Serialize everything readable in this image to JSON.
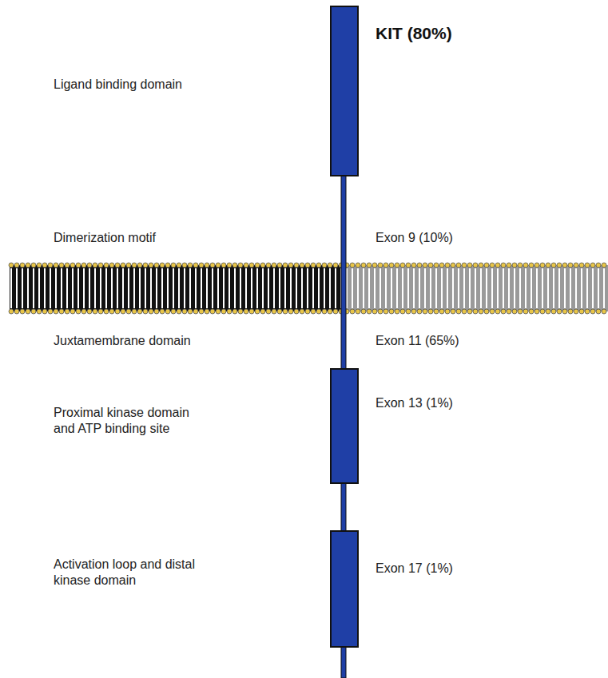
{
  "diagram": {
    "labels": [
      "KIT (80%)",
      "Ligand binding domain",
      "Dimerization motif",
      "Exon 9 (10%)",
      "Juxtamembrane domain",
      "Exon 11 (65%)",
      "Proximal kinase domain and ATP binding site",
      "Exon 13 (1%)",
      "Activation loop and distal kinase domain",
      "Exon 17 (1%)"
    ]
  }
}
